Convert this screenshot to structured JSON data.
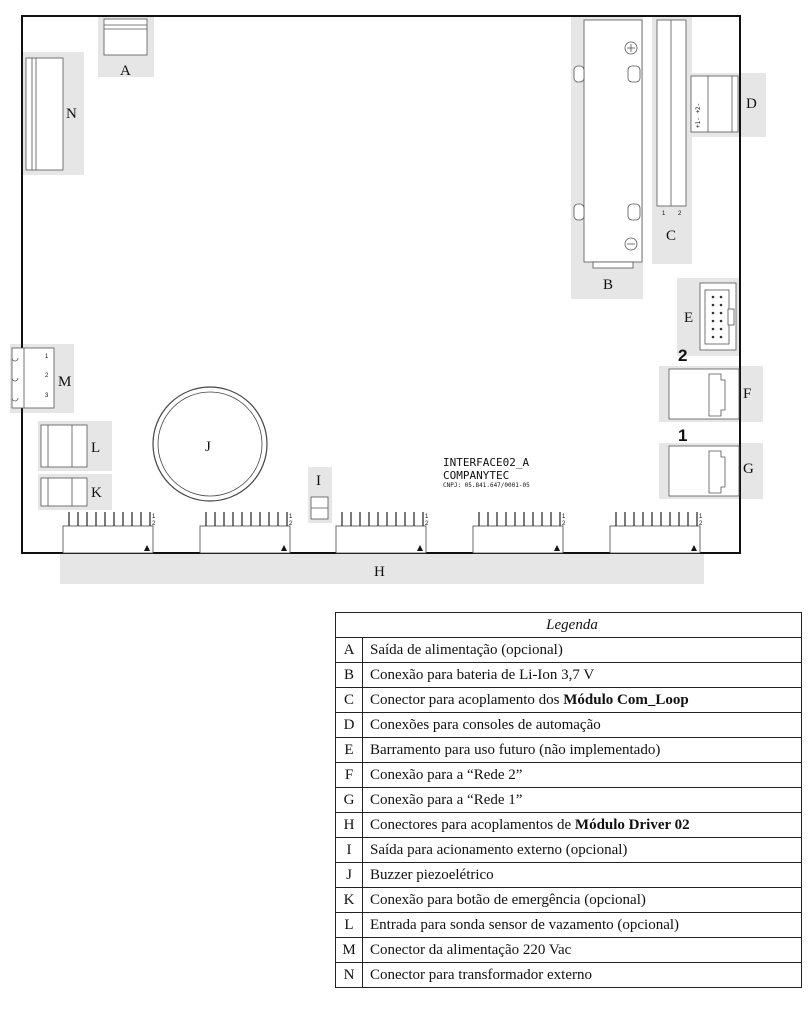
{
  "board": {
    "labels": {
      "A": "A",
      "B": "B",
      "C": "C",
      "D": "D",
      "E": "E",
      "F": "F",
      "G": "G",
      "H": "H",
      "I": "I",
      "J": "J",
      "K": "K",
      "L": "L",
      "M": "M",
      "N": "N"
    },
    "silkscreen": {
      "line1": "INTERFACE02_A",
      "line2": "COMPANYTEC",
      "line3": "CNPJ: 05.841.647/0001-05"
    },
    "network_numbers": {
      "rede2": "2",
      "rede1": "1"
    },
    "battery_plus": "⊕",
    "battery_minus": "⊖",
    "d_pins": "+1- +2-",
    "header_pins": [
      "1",
      "2"
    ],
    "c_pins": [
      "1",
      "2"
    ],
    "m_pins": [
      "1",
      "2",
      "3"
    ]
  },
  "legend": {
    "title": "Legenda",
    "rows": [
      {
        "key": "A",
        "pre": "Saída de alimentação (opcional)",
        "bold": "",
        "post": ""
      },
      {
        "key": "B",
        "pre": "Conexão para bateria de Li-Ion 3,7 V",
        "bold": "",
        "post": ""
      },
      {
        "key": "C",
        "pre": "Conector para acoplamento dos ",
        "bold": "Módulo Com_Loop",
        "post": ""
      },
      {
        "key": "D",
        "pre": "Conexões para consoles de automação",
        "bold": "",
        "post": ""
      },
      {
        "key": "E",
        "pre": "Barramento para uso futuro (não implementado)",
        "bold": "",
        "post": ""
      },
      {
        "key": "F",
        "pre": "Conexão para a “Rede 2”",
        "bold": "",
        "post": ""
      },
      {
        "key": "G",
        "pre": "Conexão para a “Rede 1”",
        "bold": "",
        "post": ""
      },
      {
        "key": "H",
        "pre": "Conectores para acoplamentos de ",
        "bold": "Módulo Driver 02",
        "post": ""
      },
      {
        "key": "I",
        "pre": "Saída para acionamento externo (opcional)",
        "bold": "",
        "post": ""
      },
      {
        "key": "J",
        "pre": "Buzzer piezoelétrico",
        "bold": "",
        "post": ""
      },
      {
        "key": "K",
        "pre": "Conexão para botão de emergência (opcional)",
        "bold": "",
        "post": ""
      },
      {
        "key": "L",
        "pre": "Entrada para sonda sensor de vazamento (opcional)",
        "bold": "",
        "post": ""
      },
      {
        "key": "M",
        "pre": "Conector da alimentação 220 Vac",
        "bold": "",
        "post": ""
      },
      {
        "key": "N",
        "pre": "Conector para transformador externo",
        "bold": "",
        "post": ""
      }
    ]
  }
}
